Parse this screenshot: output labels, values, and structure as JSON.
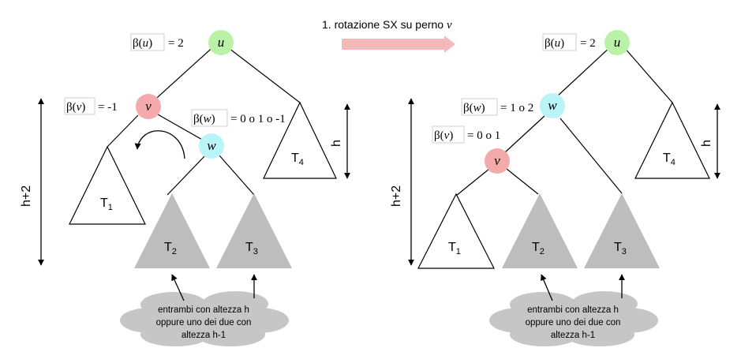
{
  "title": "1. rotazione SX su perno v",
  "title_prefix": "1. rotazione SX su perno ",
  "title_var": "v",
  "colors": {
    "node_u": "#b9f2a6",
    "node_v": "#f4aaaa",
    "node_w": "#b8f4f8",
    "subtree_gray": "#bdbdbd",
    "arrow_pink": "#f4b8b8",
    "cloud_gray": "#c6c6c6"
  },
  "nodes": {
    "u": "u",
    "v": "v",
    "w": "w"
  },
  "subtrees": {
    "t1": "T",
    "t1_sub": "1",
    "t2": "T",
    "t2_sub": "2",
    "t3": "T",
    "t3_sub": "3",
    "t4": "T",
    "t4_sub": "4"
  },
  "height_labels": {
    "h": "h",
    "h2": "h+2"
  },
  "left": {
    "beta_u": {
      "var": "u",
      "value": "= 2"
    },
    "beta_v": {
      "var": "v",
      "value": "= -1"
    },
    "beta_w": {
      "var": "w",
      "value": "= 0 o 1 o -1"
    }
  },
  "right": {
    "beta_u": {
      "var": "u",
      "value": "= 2"
    },
    "beta_w": {
      "var": "w",
      "value": "= 1 o 2"
    },
    "beta_v": {
      "var": "v",
      "value": "= 0 o 1"
    }
  },
  "cloud_text": [
    "entrambi con altezza h",
    "oppure uno dei due con",
    "altezza h-1"
  ]
}
